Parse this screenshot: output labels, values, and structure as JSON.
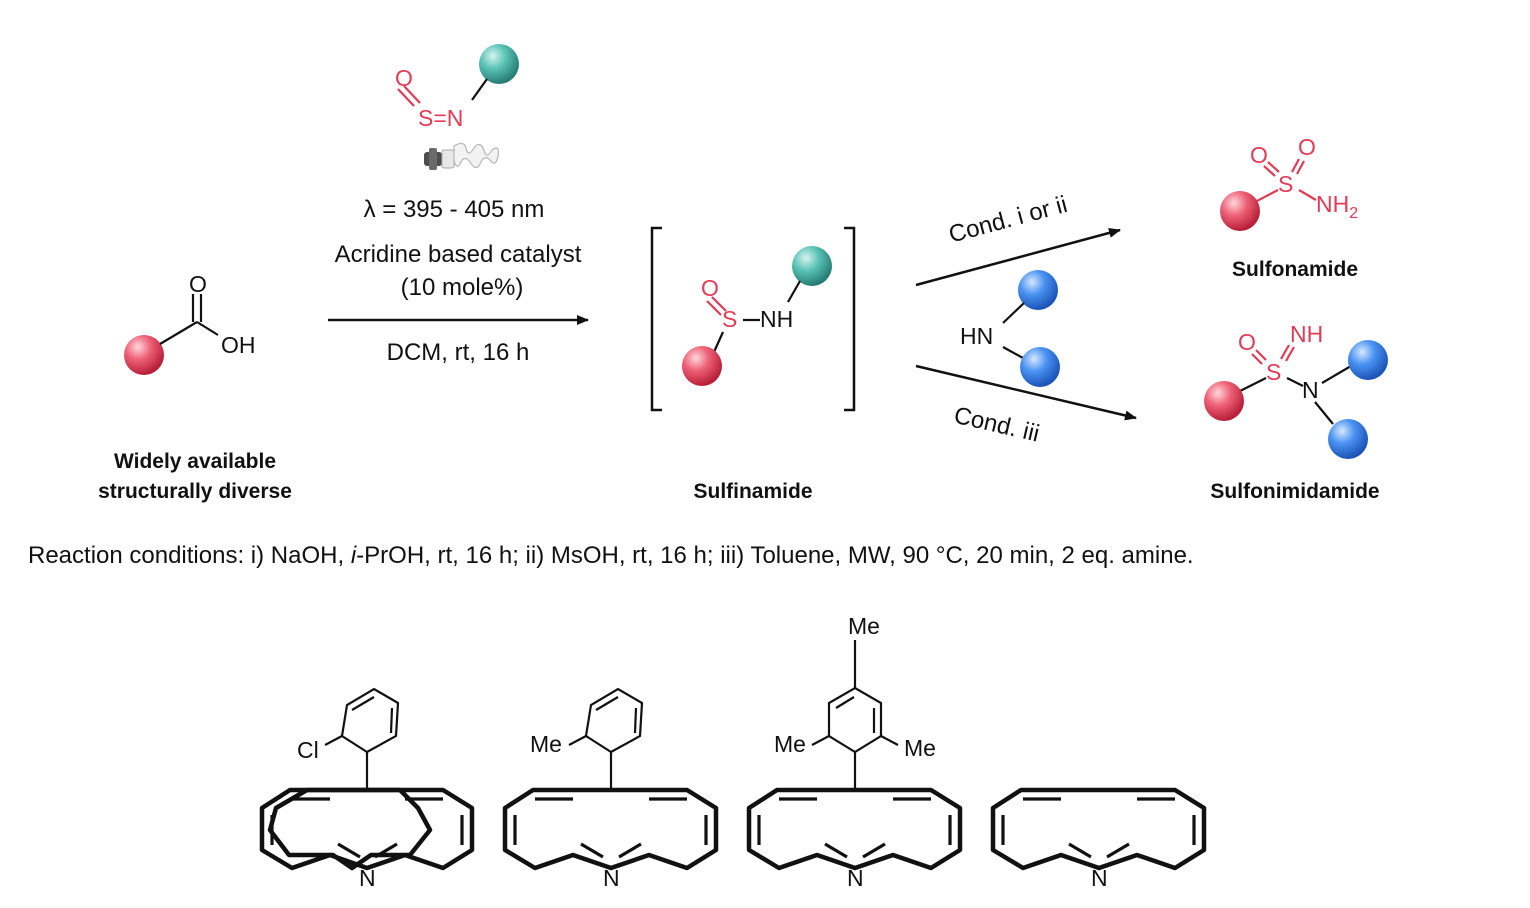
{
  "reagent": {
    "o": "O",
    "s_eq_n": "S=N"
  },
  "conditions": {
    "wavelength": "λ = 395 - 405 nm",
    "catalyst_line1": "Acridine based catalyst",
    "catalyst_line2": "(10 mole%)",
    "solvent": "DCM, rt, 16 h",
    "cond_top": "Cond. i or ii",
    "cond_bottom": "Cond. iii"
  },
  "acid": {
    "o": "O",
    "oh": "OH",
    "label_line1": "Widely available",
    "label_line2": "structurally diverse"
  },
  "sulfinamide": {
    "o": "O",
    "s": "S",
    "nh": "NH",
    "label": "Sulfinamide"
  },
  "amine": {
    "hn": "HN"
  },
  "sulfonamide": {
    "o1": "O",
    "o2": "O",
    "s": "S",
    "nh2": "NH",
    "nh2_sub": "2",
    "label": "Sulfonamide"
  },
  "sulfonimidamide": {
    "o": "O",
    "nh": "NH",
    "s": "S",
    "n": "N",
    "label": "Sulfonimidamide"
  },
  "footnote": {
    "prefix": "Reaction conditions: i) NaOH, ",
    "italic": "i",
    "suffix": "-PrOH, rt, 16 h; ii) MsOH, rt, 16 h; iii) Toluene, MW, 90 °C, 20 min, 2 eq. amine."
  },
  "catalysts": [
    {
      "substituent": "Cl",
      "n": "N"
    },
    {
      "substituent": "Me",
      "n": "N"
    },
    {
      "me_top": "Me",
      "me_left": "Me",
      "me_right": "Me",
      "n": "N"
    },
    {
      "n": "N"
    }
  ],
  "colors": {
    "red_sphere": "#e23b55",
    "teal_sphere": "#45b5a8",
    "blue_sphere": "#2f7de8",
    "heteroatom": "#e23b55"
  }
}
